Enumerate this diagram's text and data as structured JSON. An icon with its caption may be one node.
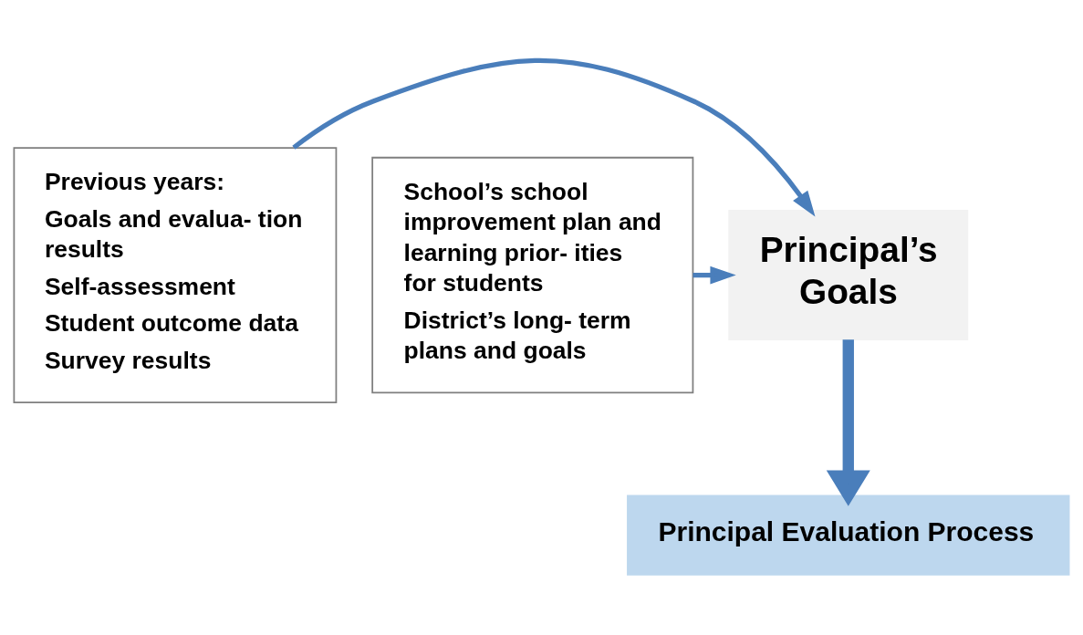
{
  "diagram": {
    "nodes": [
      {
        "text": [
          "Previous years:",
          "Goals and evalua- tion results",
          "Self-assessment",
          "Student outcome data",
          "Survey results"
        ]
      },
      {
        "text": [
          "Principal’s Goals"
        ]
      },
      {
        "text": [
          "Principal Evaluation Process"
        ]
      },
      {
        "text": [
          "School’s school improvement plan and learning prior- ities for students",
          "District’s long- term plans and goals"
        ]
      }
    ],
    "edges": [
      {
        "from": 0,
        "to": 1,
        "arrow": "to"
      },
      {
        "from": 3,
        "to": 1,
        "arrow": "to"
      },
      {
        "from": 1,
        "to": 2,
        "arrow": "to",
        "style": "thick"
      }
    ]
  }
}
